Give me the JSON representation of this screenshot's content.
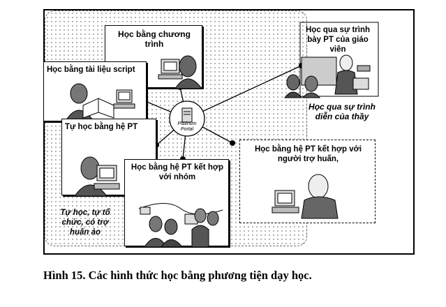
{
  "diagram": {
    "center_label_line1": "Platinum",
    "center_label_line2": "Portal",
    "boxes": {
      "program": "Học bằng chương trình",
      "script": "Học bằng tài liệu script",
      "self_study": "Tự học bằng hệ PT",
      "group": "Học bằng hệ PT kết hợp với nhóm",
      "tutor": "Học bằng hệ PT kết hợp với người trợ huấn,",
      "teacher_presentation": "Học qua sự trình bày PT của giáo viên"
    },
    "annotations": {
      "teacher_demo": "Học qua sự trình diễn của thầy",
      "virtual": "Tự học, tự tổ chức, có trợ huấn ảo"
    }
  },
  "caption": "Hình 15. Các hình thức học bằng phương tiện dạy học."
}
